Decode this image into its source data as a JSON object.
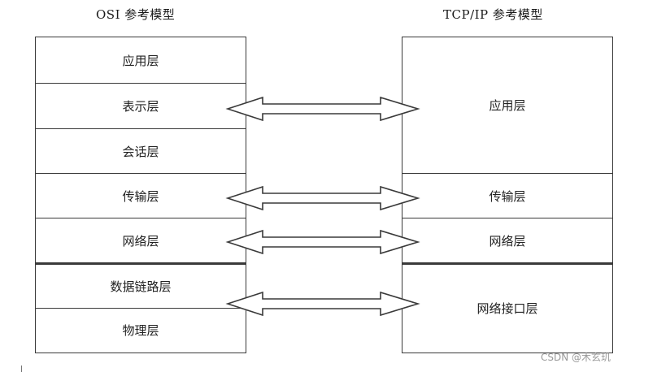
{
  "osi": {
    "title": "OSI 参考模型",
    "layers": [
      "应用层",
      "表示层",
      "会话层",
      "传输层",
      "网络层",
      "数据链路层",
      "物理层"
    ]
  },
  "tcpip": {
    "title": "TCP/IP 参考模型",
    "layers": [
      "应用层",
      "传输层",
      "网络层",
      "网络接口层"
    ]
  },
  "watermark": "CSDN @木玄玑",
  "colors": {
    "line": "#3a3a3a",
    "text": "#222222",
    "watermark": "#9a9a9a"
  }
}
